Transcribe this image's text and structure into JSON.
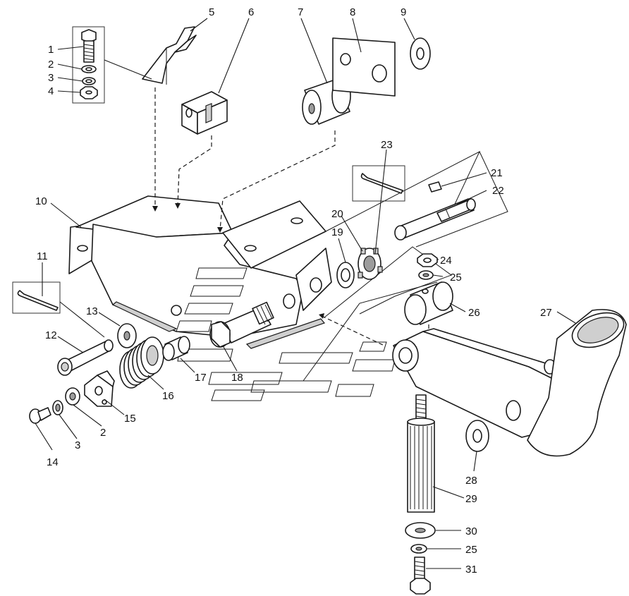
{
  "callouts": [
    "1",
    "2",
    "3",
    "4",
    "5",
    "6",
    "7",
    "8",
    "9",
    "10",
    "11",
    "12",
    "13",
    "2",
    "3",
    "14",
    "15",
    "16",
    "17",
    "18",
    "19",
    "20",
    "21",
    "22",
    "23",
    "24",
    "25",
    "26",
    "27",
    "28",
    "29",
    "30",
    "25",
    "31"
  ]
}
